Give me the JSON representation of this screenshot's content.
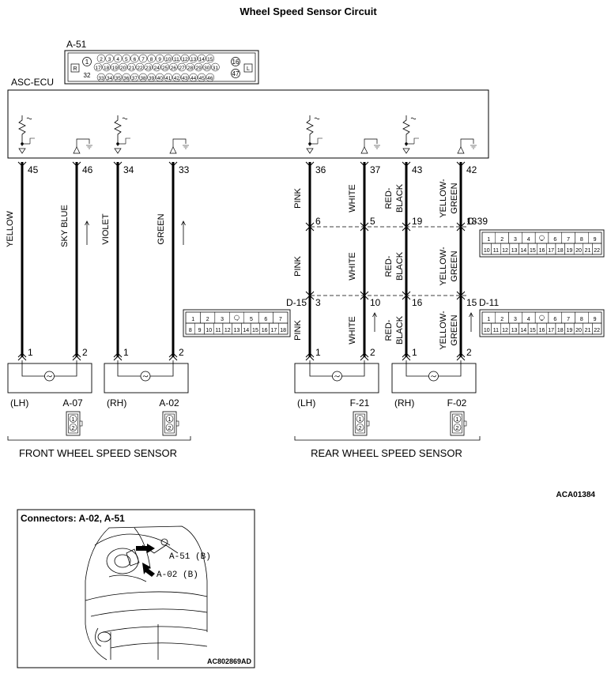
{
  "title": "Wheel Speed Sensor Circuit",
  "ecu": {
    "label": "ASC-ECU",
    "connector_id": "A-51",
    "connector_pins": {
      "row1": [
        "2",
        "3",
        "4",
        "5",
        "6",
        "7",
        "8",
        "9",
        "10",
        "11",
        "12",
        "13",
        "14",
        "15"
      ],
      "row2": [
        "17",
        "18",
        "19",
        "20",
        "21",
        "22",
        "23",
        "24",
        "25",
        "26",
        "27",
        "28",
        "29",
        "30",
        "31"
      ],
      "row3": [
        "33",
        "34",
        "35",
        "36",
        "37",
        "38",
        "39",
        "40",
        "41",
        "42",
        "43",
        "44",
        "45",
        "46"
      ],
      "left_top": "1",
      "left_bottom": "32",
      "right_top": "16",
      "right_bottom": "47",
      "left_marker": "R",
      "right_marker": "L"
    }
  },
  "wires": [
    {
      "pin": "45",
      "color_name": "YELLOW",
      "arrow": false,
      "sensor_pin": "1"
    },
    {
      "pin": "46",
      "color_name": "SKY BLUE",
      "arrow": true,
      "sensor_pin": "2"
    },
    {
      "pin": "34",
      "color_name": "VIOLET",
      "arrow": false,
      "sensor_pin": "1"
    },
    {
      "pin": "33",
      "color_name": "GREEN",
      "arrow": true,
      "sensor_pin": "2"
    },
    {
      "pin": "36",
      "color_name": "PINK",
      "arrow": false,
      "sensor_pin": "1",
      "c39": "6",
      "d15": "3"
    },
    {
      "pin": "37",
      "color_name": "WHITE",
      "arrow": true,
      "sensor_pin": "2",
      "c39": "5",
      "d15": "10"
    },
    {
      "pin": "43",
      "color_name": [
        "RED-",
        "BLACK"
      ],
      "arrow": false,
      "sensor_pin": "1",
      "c39": "19",
      "d11": "16"
    },
    {
      "pin": "42",
      "color_name": [
        "YELLOW-",
        "GREEN"
      ],
      "arrow": true,
      "sensor_pin": "2",
      "c39": "18",
      "d11": "15"
    }
  ],
  "connectors": {
    "c39": {
      "id": "C-39",
      "row1": [
        "1",
        "2",
        "3",
        "4",
        "5",
        "6",
        "7",
        "8",
        "9"
      ],
      "row2": [
        "10",
        "11",
        "12",
        "13",
        "14",
        "15",
        "16",
        "17",
        "18",
        "19",
        "20",
        "21",
        "22"
      ]
    },
    "d15": {
      "id": "D-15",
      "row1": [
        "1",
        "2",
        "3",
        "4",
        "5",
        "6",
        "7"
      ],
      "row2": [
        "8",
        "9",
        "10",
        "11",
        "12",
        "13",
        "14",
        "15",
        "16",
        "17",
        "18"
      ]
    },
    "d11": {
      "id": "D-11",
      "row1": [
        "1",
        "2",
        "3",
        "4",
        "5",
        "6",
        "7",
        "8",
        "9"
      ],
      "row2": [
        "10",
        "11",
        "12",
        "13",
        "14",
        "15",
        "16",
        "17",
        "18",
        "19",
        "20",
        "21",
        "22"
      ]
    }
  },
  "sensors": [
    {
      "side": "(LH)",
      "connector": "A-07"
    },
    {
      "side": "(RH)",
      "connector": "A-02"
    },
    {
      "side": "(LH)",
      "connector": "F-21"
    },
    {
      "side": "(RH)",
      "connector": "F-02"
    }
  ],
  "sensor_connector_pins": [
    "1",
    "2"
  ],
  "groups": {
    "front": "FRONT WHEEL SPEED SENSOR",
    "rear": "REAR WHEEL SPEED SENSOR"
  },
  "diagram_code": "ACA01384",
  "inset": {
    "title": "Connectors: A-02, A-51",
    "callout_1": "A-51 (B)",
    "callout_2": "A-02 (B)",
    "code": "AC802869AD"
  }
}
